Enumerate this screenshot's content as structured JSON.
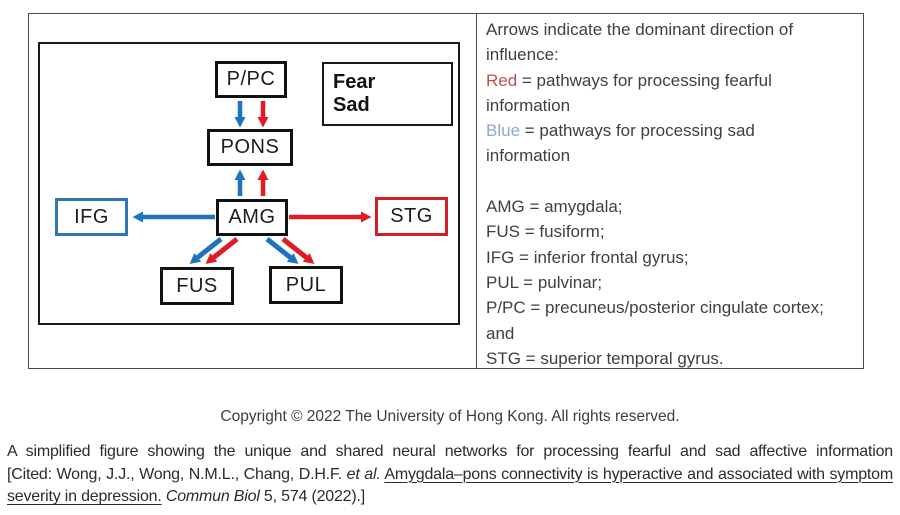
{
  "diagram": {
    "nodes": {
      "ppc": "P/PC",
      "pons": "PONS",
      "amg": "AMG",
      "ifg": "IFG",
      "stg": "STG",
      "fus": "FUS",
      "pul": "PUL"
    },
    "legend": {
      "fear": "Fear",
      "sad": "Sad"
    },
    "colors": {
      "fear_arrow": "#e01b24",
      "sad_arrow": "#1e73be",
      "ifg_border": "#2e75b6",
      "stg_border": "#d02027",
      "node_border": "#111111"
    }
  },
  "info_panel": {
    "lines": [
      {
        "segs": [
          {
            "t": "Arrows indicate the dominant direction of"
          }
        ]
      },
      {
        "segs": [
          {
            "t": "influence:"
          }
        ]
      },
      {
        "segs": [
          {
            "t": "Red",
            "c": "#c0504d"
          },
          {
            "t": " = pathways for processing fearful"
          }
        ]
      },
      {
        "segs": [
          {
            "t": "information"
          }
        ]
      },
      {
        "segs": [
          {
            "t": "Blue",
            "c": "#8fa6cc"
          },
          {
            "t": " = pathways for processing sad"
          }
        ]
      },
      {
        "segs": [
          {
            "t": "information"
          }
        ]
      },
      {
        "segs": []
      },
      {
        "segs": [
          {
            "t": "AMG = amygdala;"
          }
        ]
      },
      {
        "segs": [
          {
            "t": "FUS = fusiform;"
          }
        ]
      },
      {
        "segs": [
          {
            "t": "IFG = inferior frontal gyrus;"
          }
        ]
      },
      {
        "segs": [
          {
            "t": "PUL = pulvinar;"
          }
        ]
      },
      {
        "segs": [
          {
            "t": "P/PC = precuneus/posterior cingulate cortex;"
          }
        ]
      },
      {
        "segs": [
          {
            "t": "and"
          }
        ]
      },
      {
        "segs": [
          {
            "t": "STG = superior temporal gyrus."
          }
        ]
      }
    ]
  },
  "copyright": "Copyright © 2022 The University of Hong Kong. All rights reserved.",
  "caption": {
    "lines": [
      {
        "justify": true,
        "segs": [
          {
            "t": "A simplified figure showing the unique and shared neural networks for processing fearful and sad affective information"
          }
        ]
      },
      {
        "justify": true,
        "segs": [
          {
            "t": "[Cited: Wong, J.J., Wong, N.M.L., Chang, D.H.F. "
          },
          {
            "t": "et al.",
            "it": true
          },
          {
            "t": " "
          },
          {
            "t": "Amygdala–pons connectivity is hyperactive and associated with symptom",
            "u": true
          }
        ]
      },
      {
        "segs": [
          {
            "t": "severity in depression.",
            "u": true
          },
          {
            "t": " "
          },
          {
            "t": "Commun Biol",
            "it": true
          },
          {
            "t": " 5, 574 (2022).]"
          }
        ]
      }
    ]
  }
}
